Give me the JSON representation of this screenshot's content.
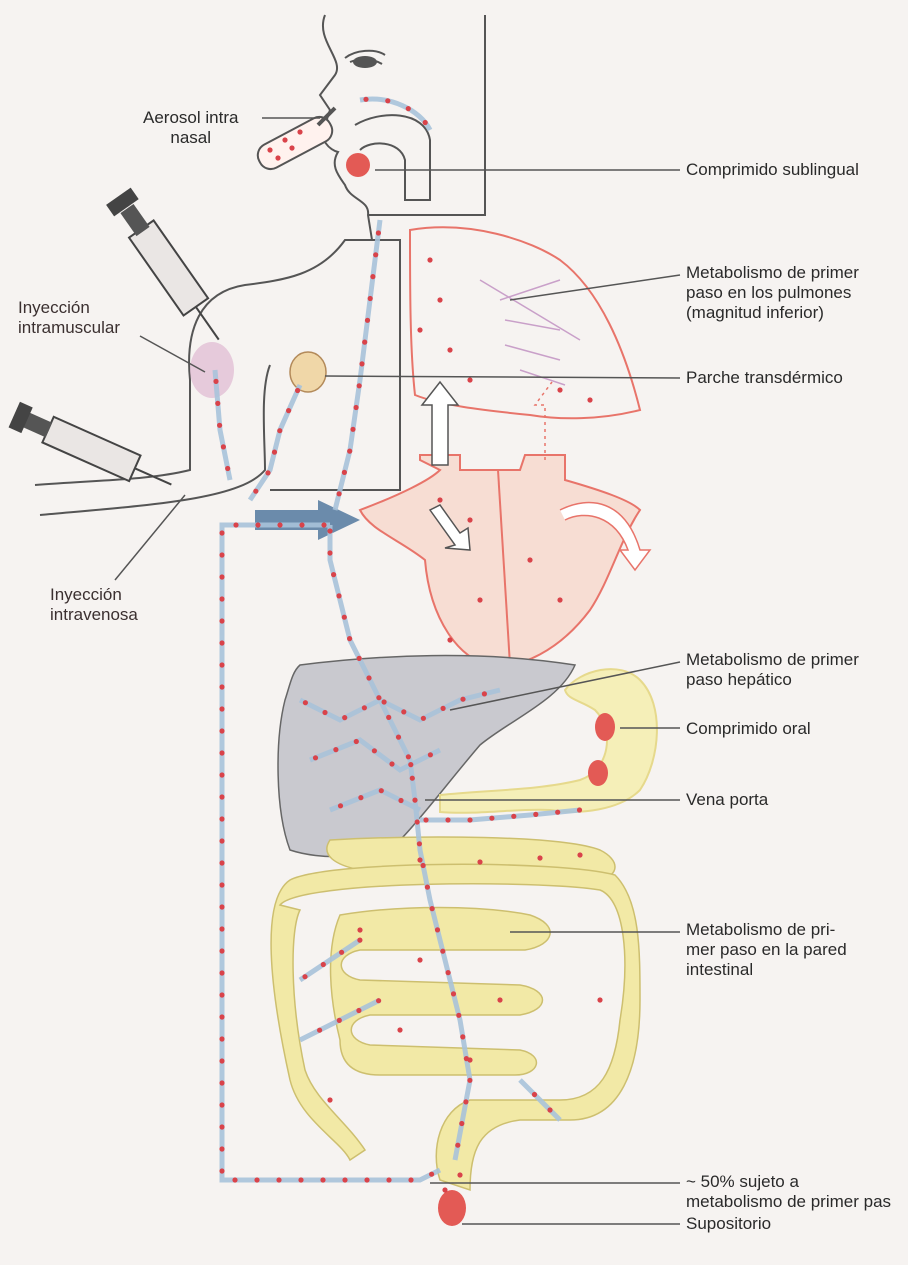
{
  "labels": {
    "aerosol": [
      "Aerosol intra",
      "nasal"
    ],
    "sublingual": [
      "Comprimido sublingual"
    ],
    "lung_metabolism": [
      "Metabolismo de primer",
      "paso en los pulmones",
      "(magnitud inferior)"
    ],
    "transdermal": [
      "Parche transdérmico"
    ],
    "im_injection": [
      "Inyección",
      "intramuscular"
    ],
    "iv_injection": [
      "Inyección",
      "intravenosa"
    ],
    "hepatic_metabolism": [
      "Metabolismo de primer",
      "paso hepático"
    ],
    "oral": [
      "Comprimido oral"
    ],
    "portal_vein": [
      "Vena porta"
    ],
    "intestinal_metabolism": [
      "Metabolismo de pri-",
      "mer paso en la pared",
      "intestinal"
    ],
    "rectal_fraction": [
      "~ 50% sujeto a",
      "metabolismo de primer pas"
    ],
    "suppository": [
      "Supositorio"
    ]
  },
  "colors": {
    "background": "#f6f3f1",
    "outline": "#555555",
    "blood_path": "#a9c3da",
    "drug_dot": "#d9434a",
    "heart_lung": "#e8746a",
    "liver": "#c9c9cf",
    "intestine": "#f2e9a6",
    "arrow": "#5c7fa3"
  }
}
